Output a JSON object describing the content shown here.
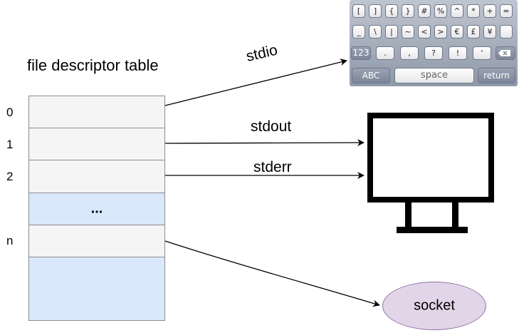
{
  "title": "file descriptor table",
  "indices": [
    "0",
    "1",
    "2",
    "n"
  ],
  "table": {
    "ellipsis": "..."
  },
  "edges": {
    "stdio": "stdio",
    "stdout": "stdout",
    "stderr": "stderr"
  },
  "keyboard": {
    "row1": [
      "[",
      "]",
      "{",
      "}",
      "#",
      "%",
      "^",
      "*",
      "+",
      "="
    ],
    "row2": [
      "_",
      "\\",
      "|",
      "~",
      "<",
      ">",
      "€",
      "£",
      "¥"
    ],
    "row3": [
      "123",
      ".",
      ",",
      "?",
      "!",
      "'"
    ],
    "row4": [
      "ABC",
      "space",
      "return"
    ]
  },
  "socket": "socket",
  "colors": {
    "cell_white": "#f5f5f5",
    "cell_blue": "#dae8fc",
    "socket_fill": "#e1d5e7",
    "socket_stroke": "#9673a6"
  }
}
